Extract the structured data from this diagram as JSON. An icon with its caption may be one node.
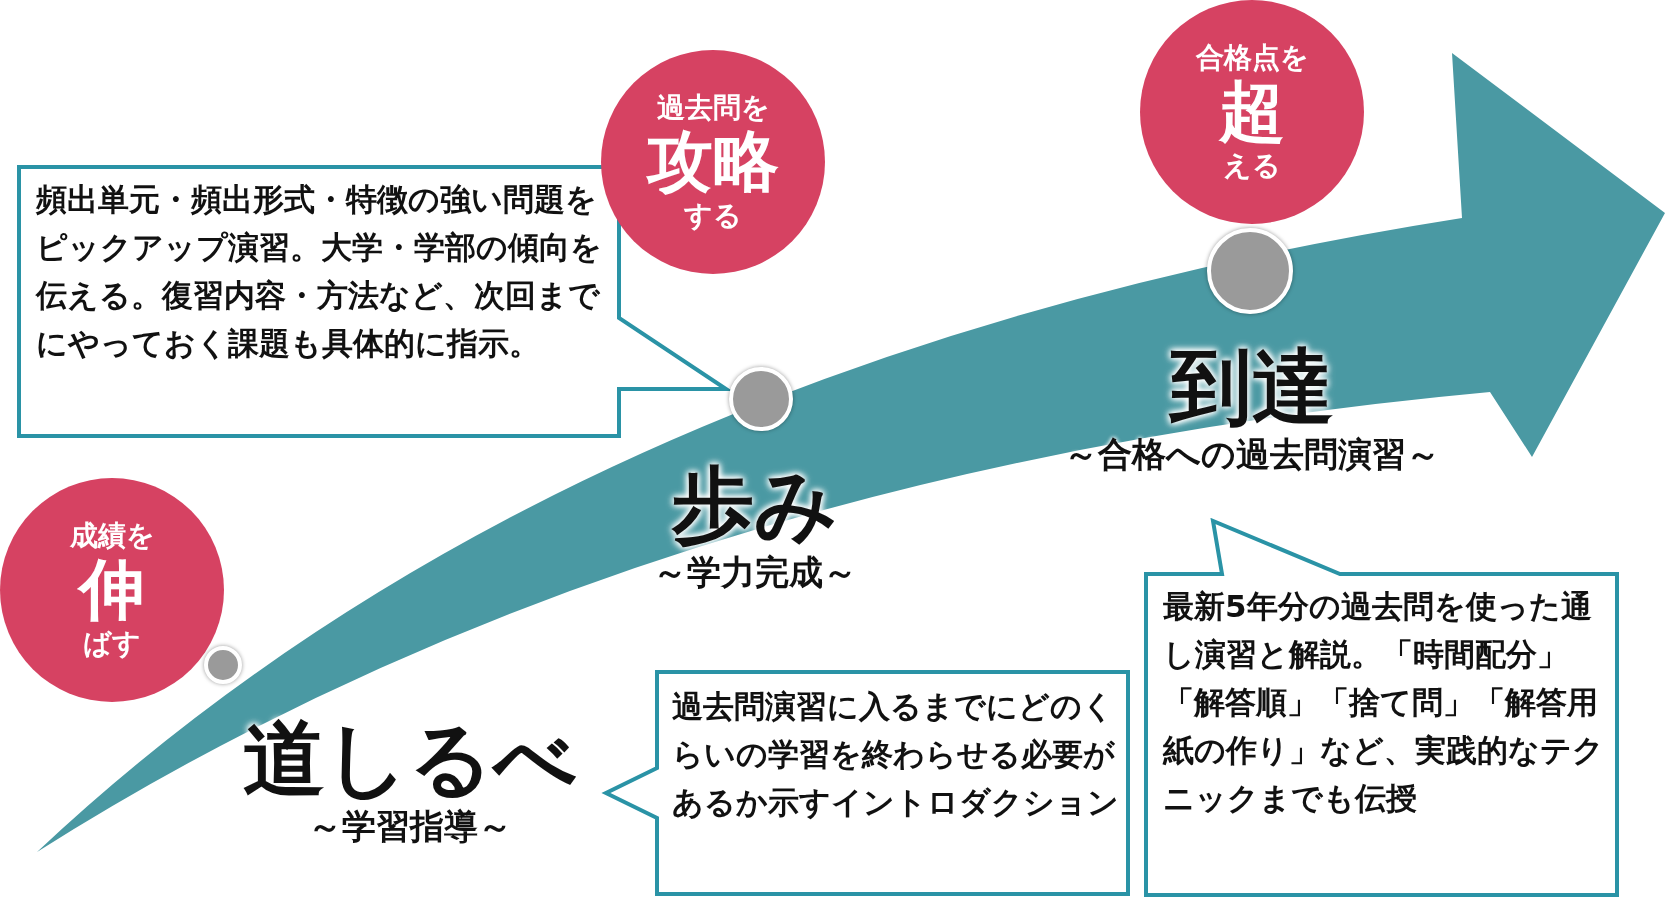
{
  "diagram": {
    "nodes": [
      {
        "text": [
          "成績を",
          "伸",
          "ばす"
        ]
      },
      {
        "text": [],
        "shape": "circle"
      },
      {
        "text": [
          "道しるべ",
          "～学習指導～"
        ]
      },
      {
        "text": [
          "過去問演習に入るまでにどのくらいの学習を終わらせる必要があるか示す**イントロダクション**"
        ]
      },
      {
        "text": [
          "頻出単元・頻出形式・特徴の強い問題をピックアップ演習。大学・学部の**傾向を伝える**。復習内容・方法など、次回までにやっておく課題も**具体的に指示**。"
        ]
      },
      {
        "text": [
          "過去問を",
          "攻略",
          "する"
        ]
      },
      {
        "text": [],
        "shape": "circle"
      },
      {
        "text": [
          "歩み",
          "～学力完成～"
        ]
      },
      {
        "text": [
          "合格点を",
          "超",
          "える"
        ]
      },
      {
        "text": [],
        "shape": "circle"
      },
      {
        "text": [
          "到達",
          "～合格への過去問演習～"
        ]
      },
      {
        "text": [
          "最新5年分の過去問を使った通し演習と解説。「時間配分」「解答順」「捨て問」「解答用紙の作り」など、**実践的なテクニックまでも伝授**"
        ]
      }
    ]
  }
}
